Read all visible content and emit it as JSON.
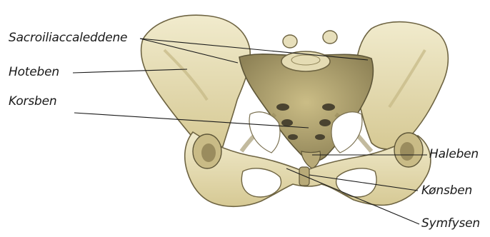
{
  "labels": {
    "sacroiliac": "Sacroiliaccaleddene",
    "hip": "Hoteben",
    "sacrum": "Korsben",
    "coccyx": "Haleben",
    "pubis": "Kønsben",
    "symphysis": "Symfysen"
  },
  "colors": {
    "bone_light": "#efe8c8",
    "bone_mid": "#d9cd9c",
    "bone_shadow": "#a89a6a",
    "bone_dark": "#6e6442",
    "hole": "#ffffff",
    "leader": "#1a1a1a"
  }
}
